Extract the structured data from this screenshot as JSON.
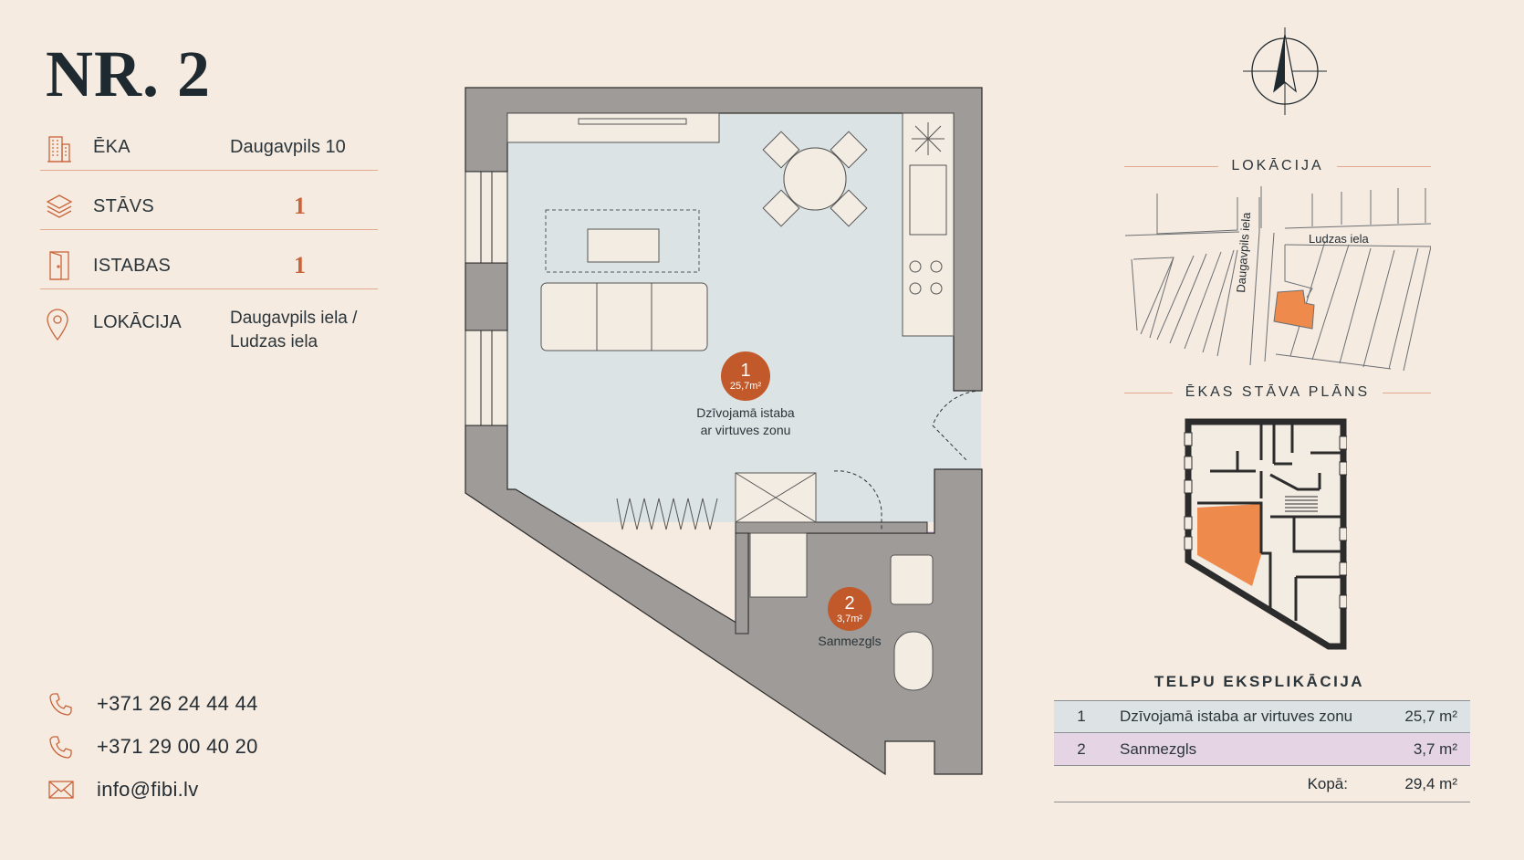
{
  "title": "NR. 2",
  "info": [
    {
      "label": "ĒKA",
      "value": "Daugavpils 10",
      "icon": "building-icon"
    },
    {
      "label": "STĀVS",
      "value": "1",
      "icon": "layers-icon"
    },
    {
      "label": "ISTABAS",
      "value": "1",
      "icon": "door-icon"
    },
    {
      "label": "LOKĀCIJA",
      "value_line1": "Daugavpils iela /",
      "value_line2": "Ludzas iela",
      "icon": "location-pin-icon"
    }
  ],
  "contacts": {
    "phone1": "+371 26 24 44 44",
    "phone2": "+371 29 00 40 20",
    "email": "info@fibi.lv"
  },
  "plan": {
    "rooms": [
      {
        "num": "1",
        "area": "25,7m²",
        "name_line1": "Dzīvojamā istaba",
        "name_line2": "ar virtuves zonu"
      },
      {
        "num": "2",
        "area": "3,7m²",
        "name_line1": "Sanmezgls"
      }
    ]
  },
  "location": {
    "heading": "LOKĀCIJA",
    "streets": {
      "daugavpils": "Daugavpils iela",
      "ludzas": "Ludzas iela"
    }
  },
  "floor_plan": {
    "heading": "ĒKAS STĀVA PLĀNS"
  },
  "explication": {
    "heading": "TELPU EKSPLIKĀCIJA",
    "rows": [
      {
        "n": "1",
        "name": "Dzīvojamā istaba ar virtuves zonu",
        "area": "25,7 m²"
      },
      {
        "n": "2",
        "name": "Sanmezgls",
        "area": "3,7 m²"
      }
    ],
    "total_label": "Kopā:",
    "total_area": "29,4 m²"
  },
  "colors": {
    "background": "#f6ebe1",
    "accent": "#c9643a",
    "living_room": "#dce3e4",
    "bathroom": "#ddc9e2",
    "wall": "#9e9b99",
    "highlight": "#ee8a4c"
  }
}
